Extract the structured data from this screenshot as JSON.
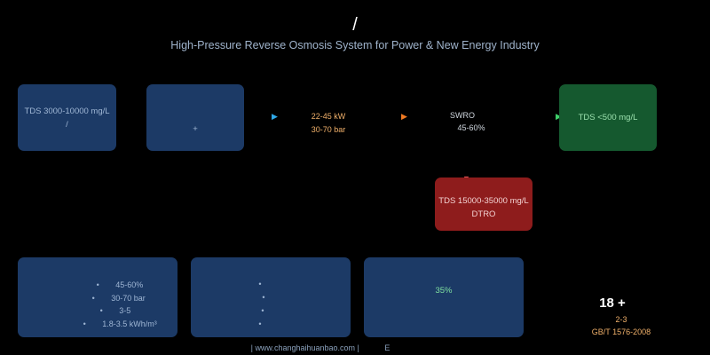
{
  "header": {
    "title": "/",
    "subtitle": "High-Pressure Reverse Osmosis System for Power & New Energy Industry"
  },
  "flow": {
    "feed_box": {
      "line1": "TDS 3000-10000 mg/L",
      "line2": "/"
    },
    "pretreat_box": {
      "line1": "+"
    },
    "pump_label": {
      "line1": "22-45 kW",
      "line2": "30-70 bar"
    },
    "swro_label": {
      "line1": "SWRO",
      "line2": "45-60%"
    },
    "product_box": {
      "line1": "TDS <500 mg/L"
    },
    "concentrate_box": {
      "line1": "TDS 15000-35000 mg/L",
      "line2": "DTRO"
    },
    "arrows": {
      "a1": "▶",
      "a2": "▶",
      "a3": "▶",
      "a4": "▼"
    }
  },
  "panels": {
    "specs": {
      "bullet": "•",
      "values": [
        "45-60%",
        "30-70 bar",
        "3-5",
        "1.8-3.5 kWh/m³"
      ]
    },
    "features": {
      "bullets": [
        "•",
        "•",
        "•",
        "•"
      ]
    },
    "savings": {
      "value": "35%"
    }
  },
  "stats": {
    "big": "18 +",
    "line1": "2-3",
    "line2": "GB/T 1576-2008"
  },
  "footer": {
    "sep_left": "|",
    "website": "www.changhaihuanbao.com",
    "sep_right": "|",
    "letter": "E"
  },
  "colors": {
    "background": "#000000",
    "blue_box": "#1c3a66",
    "green_box": "#15592f",
    "red_box": "#8e1c1c",
    "arrow_blue": "#2fa8e8",
    "arrow_orange": "#f07a22",
    "arrow_green": "#3fd06a",
    "arrow_red": "#e05555",
    "accent_orange": "#f0b06a"
  }
}
